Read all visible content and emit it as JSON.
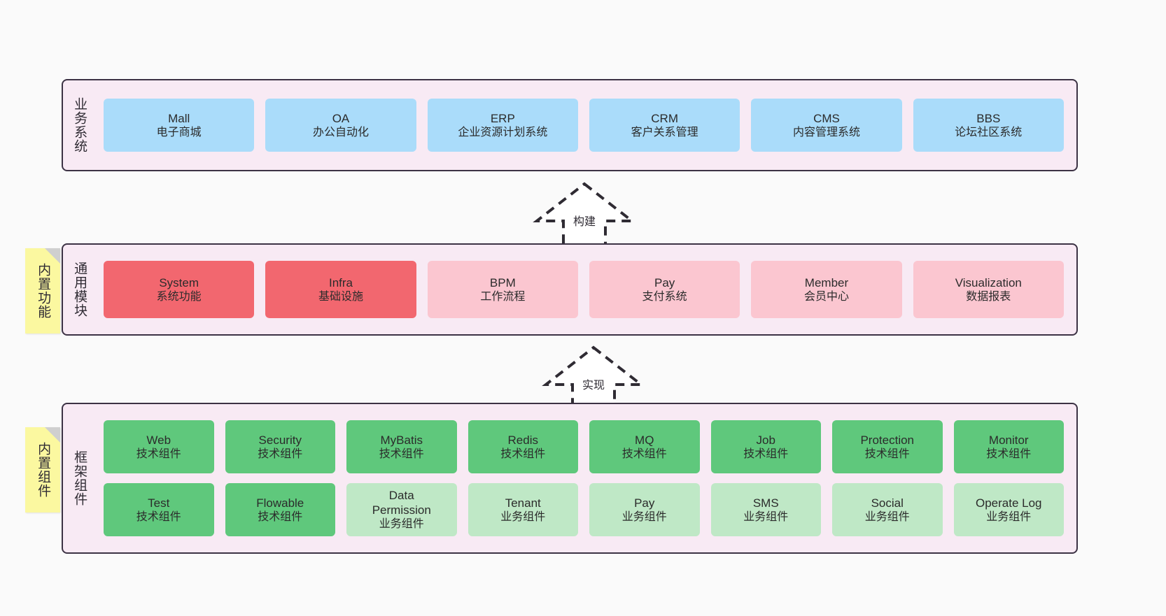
{
  "canvas": {
    "background": "#fafafa",
    "band_fill": "#f8eaf4",
    "band_stroke": "#3c3244",
    "sticky_fill": "#fbf8a0"
  },
  "layers": [
    {
      "id": "business-systems",
      "caption": "业务系统",
      "node_color": "#aadcfa",
      "nodes": [
        {
          "name": "Mall",
          "desc": "电子商城"
        },
        {
          "name": "OA",
          "desc": "办公自动化"
        },
        {
          "name": "ERP",
          "desc": "企业资源计划系统"
        },
        {
          "name": "CRM",
          "desc": "客户关系管理"
        },
        {
          "name": "CMS",
          "desc": "内容管理系统"
        },
        {
          "name": "BBS",
          "desc": "论坛社区系统"
        }
      ]
    },
    {
      "id": "common-modules",
      "caption": "通用模块",
      "sticky": "内置功能",
      "nodes": [
        {
          "name": "System",
          "desc": "系统功能",
          "color": "#f2676f"
        },
        {
          "name": "Infra",
          "desc": "基础设施",
          "color": "#f2676f"
        },
        {
          "name": "BPM",
          "desc": "工作流程",
          "color": "#fbc6d0"
        },
        {
          "name": "Pay",
          "desc": "支付系统",
          "color": "#fbc6d0"
        },
        {
          "name": "Member",
          "desc": "会员中心",
          "color": "#fbc6d0"
        },
        {
          "name": "Visualization",
          "desc": "数据报表",
          "color": "#fbc6d0"
        }
      ]
    },
    {
      "id": "framework-components",
      "caption": "框架组件",
      "sticky": "内置组件",
      "rows": [
        [
          {
            "name": "Web",
            "desc": "技术组件",
            "color": "#5fc87c"
          },
          {
            "name": "Security",
            "desc": "技术组件",
            "color": "#5fc87c"
          },
          {
            "name": "MyBatis",
            "desc": "技术组件",
            "color": "#5fc87c"
          },
          {
            "name": "Redis",
            "desc": "技术组件",
            "color": "#5fc87c"
          },
          {
            "name": "MQ",
            "desc": "技术组件",
            "color": "#5fc87c"
          },
          {
            "name": "Job",
            "desc": "技术组件",
            "color": "#5fc87c"
          },
          {
            "name": "Protection",
            "desc": "技术组件",
            "color": "#5fc87c"
          },
          {
            "name": "Monitor",
            "desc": "技术组件",
            "color": "#5fc87c"
          }
        ],
        [
          {
            "name": "Test",
            "desc": "技术组件",
            "color": "#5fc87c"
          },
          {
            "name": "Flowable",
            "desc": "技术组件",
            "color": "#5fc87c"
          },
          {
            "name": "Data",
            "name2": "Permission",
            "desc": "业务组件",
            "color": "#bfe8c6"
          },
          {
            "name": "Tenant",
            "desc": "业务组件",
            "color": "#bfe8c6"
          },
          {
            "name": "Pay",
            "desc": "业务组件",
            "color": "#bfe8c6"
          },
          {
            "name": "SMS",
            "desc": "业务组件",
            "color": "#bfe8c6"
          },
          {
            "name": "Social",
            "desc": "业务组件",
            "color": "#bfe8c6"
          },
          {
            "name": "Operate Log",
            "desc": "业务组件",
            "color": "#bfe8c6"
          }
        ]
      ]
    }
  ],
  "arrows": [
    {
      "id": "build-arrow",
      "label": "构建"
    },
    {
      "id": "implement-arrow",
      "label": "实现"
    }
  ]
}
